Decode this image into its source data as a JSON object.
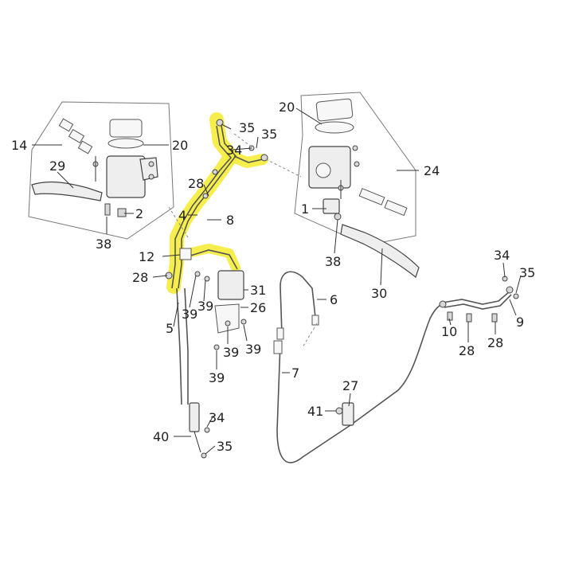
{
  "highlight_color": "#f5ec3a",
  "line_color": "#444444",
  "callouts": {
    "c14": "14",
    "c20a": "20",
    "c29": "29",
    "c2": "2",
    "c38a": "38",
    "c35a": "35",
    "c35b": "35",
    "c34a": "34",
    "c28a": "28",
    "c4": "4",
    "c8": "8",
    "c12": "12",
    "c28b": "28",
    "c31": "31",
    "c39a": "39",
    "c39b": "39",
    "c26": "26",
    "c5": "5",
    "c39c": "39",
    "c39d": "39",
    "c39e": "39",
    "c40": "40",
    "c34b": "34",
    "c35c": "35",
    "c6": "6",
    "c7": "7",
    "c27": "27",
    "c41": "41",
    "c20b": "20",
    "c24": "24",
    "c1": "1",
    "c38b": "38",
    "c30": "30",
    "c34c": "34",
    "c35d": "35",
    "c9": "9",
    "c10": "10",
    "c28c": "28",
    "c28d": "28"
  }
}
